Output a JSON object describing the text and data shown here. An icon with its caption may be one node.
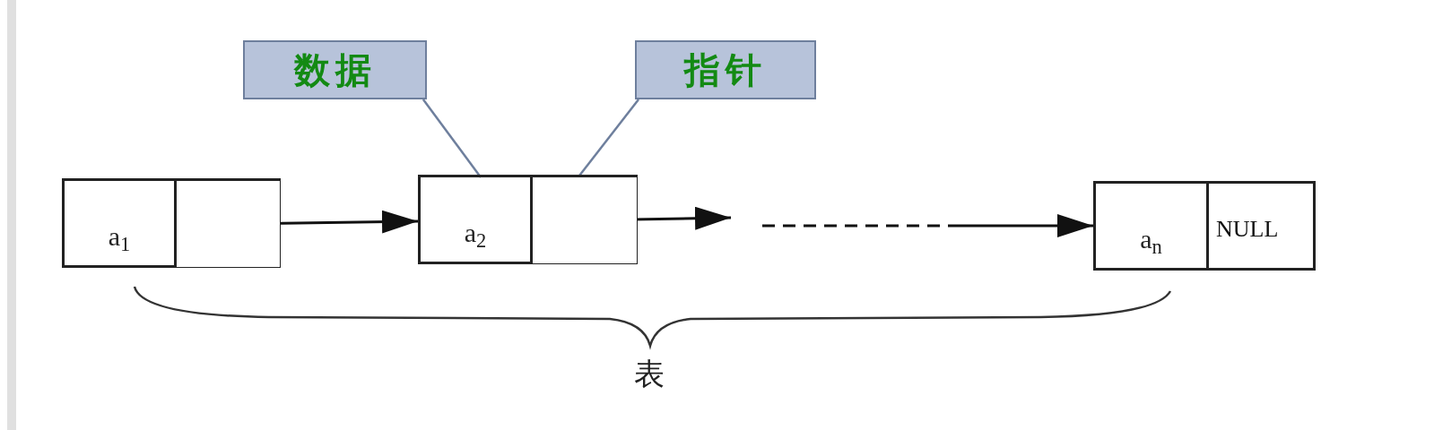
{
  "diagram": {
    "nodes": [
      {
        "text": [
          "数据"
        ]
      },
      {
        "text": [
          "指针"
        ]
      },
      {
        "text": [],
        "shape": "box"
      },
      {
        "text": [
          "a$_{1}$"
        ],
        "in": 2
      },
      {
        "text": [],
        "shape": "box",
        "in": 2
      },
      {
        "text": [],
        "shape": "box"
      },
      {
        "text": [
          "a$_{2}$"
        ],
        "in": 5
      },
      {
        "text": [],
        "shape": "box",
        "in": 5
      },
      {
        "text": [],
        "shape": "box"
      },
      {
        "text": [
          "a$_{n}$"
        ],
        "in": 8
      },
      {
        "text": [
          "NULL"
        ],
        "in": 8
      }
    ],
    "edges": [
      {
        "from": 4,
        "to": 5,
        "arrow": "to"
      },
      {
        "from": 7,
        "to": null,
        "arrow": "to"
      },
      {
        "from": null,
        "to": 8,
        "arrow": "to",
        "style": "dashed"
      },
      {
        "from": 0,
        "to": 6,
        "arrow": "none",
        "color": "#6e7f9d"
      },
      {
        "from": 1,
        "to": 7,
        "arrow": "none",
        "color": "#6e7f9d"
      }
    ],
    "labels": [
      "表"
    ]
  }
}
